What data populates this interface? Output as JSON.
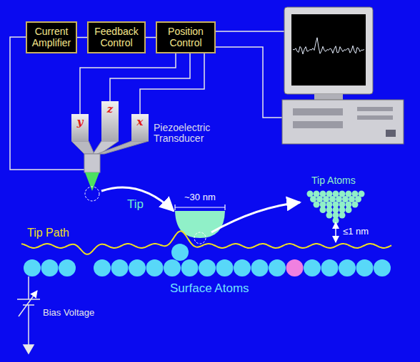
{
  "diagram": {
    "nodes": [
      {
        "text": [
          "Current Amplifier"
        ]
      },
      {
        "text": [
          "Feedback Control"
        ]
      },
      {
        "text": [
          "Position Control"
        ]
      },
      {
        "text": [
          "y"
        ]
      },
      {
        "text": [
          "z"
        ]
      },
      {
        "text": [
          "x"
        ]
      }
    ],
    "edges": [
      {
        "from": 0,
        "to": 1,
        "arrow": "none"
      },
      {
        "from": 1,
        "to": 2,
        "arrow": "none"
      },
      {
        "from": 2,
        "to": 3,
        "arrow": "none"
      },
      {
        "from": 2,
        "to": 4,
        "arrow": "none"
      },
      {
        "from": 2,
        "to": 5,
        "arrow": "none"
      }
    ],
    "labels": [
      "Piezoelectric Transducer",
      "Tip",
      "~30 nm",
      "Tip Atoms",
      "Tip Path",
      "≤1 nm",
      "Surface Atoms",
      "Bias Voltage"
    ]
  }
}
